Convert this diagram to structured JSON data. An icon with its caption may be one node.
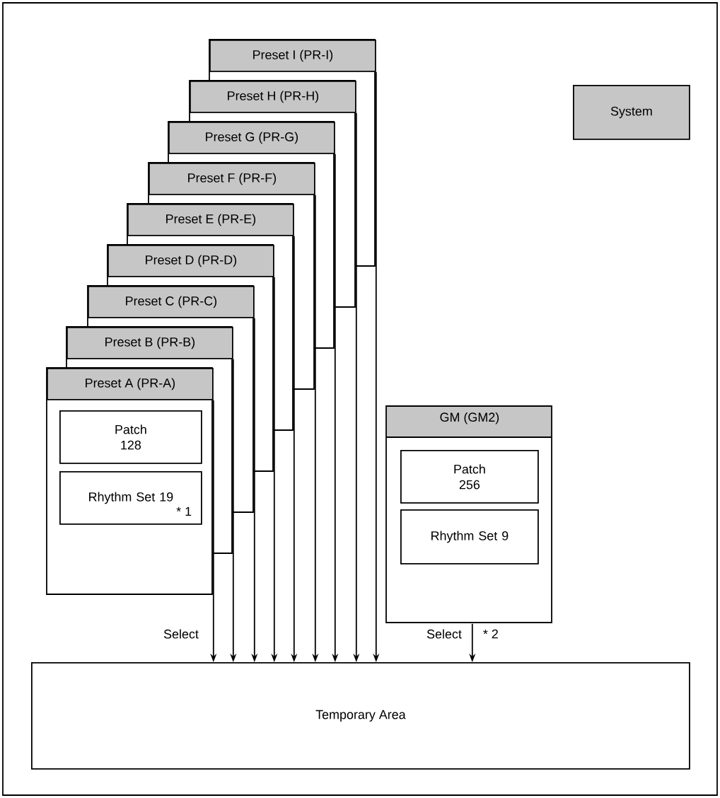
{
  "diagram": {
    "nodes": [
      {
        "text": [
          "Preset A (PR-A)"
        ]
      },
      {
        "text": [
          "Patch 128"
        ]
      },
      {
        "text": [
          "Rhythm Set 19",
          "* 1"
        ]
      },
      {
        "text": [
          "Preset B (PR-B)"
        ]
      },
      {
        "text": [
          "Preset C (PR-C)"
        ]
      },
      {
        "text": [
          "Preset D (PR-D)"
        ]
      },
      {
        "text": [
          "Preset E (PR-E)"
        ]
      },
      {
        "text": [
          "Preset F (PR-F)"
        ]
      },
      {
        "text": [
          "Preset G (PR-G)"
        ]
      },
      {
        "text": [
          "Preset H (PR-H)"
        ]
      },
      {
        "text": [
          "Preset I (PR-I)"
        ]
      },
      {
        "text": [
          "System"
        ]
      },
      {
        "text": [
          "GM (GM2)"
        ]
      },
      {
        "text": [
          "Patch 256"
        ],
        "in": 12
      },
      {
        "text": [
          "Rhythm Set 9"
        ],
        "in": 12
      },
      {
        "text": [
          "Temporary Area"
        ]
      }
    ],
    "edges": [
      {
        "from": 0,
        "to": 15,
        "arrow": "to",
        "label": "Select"
      },
      {
        "from": 3,
        "to": 15,
        "arrow": "to"
      },
      {
        "from": 4,
        "to": 15,
        "arrow": "to"
      },
      {
        "from": 5,
        "to": 15,
        "arrow": "to"
      },
      {
        "from": 6,
        "to": 15,
        "arrow": "to"
      },
      {
        "from": 7,
        "to": 15,
        "arrow": "to"
      },
      {
        "from": 8,
        "to": 15,
        "arrow": "to"
      },
      {
        "from": 9,
        "to": 15,
        "arrow": "to"
      },
      {
        "from": 10,
        "to": 15,
        "arrow": "to"
      },
      {
        "from": 12,
        "to": 15,
        "arrow": "to",
        "label": "Select"
      }
    ],
    "labels": [
      "* 2"
    ]
  }
}
